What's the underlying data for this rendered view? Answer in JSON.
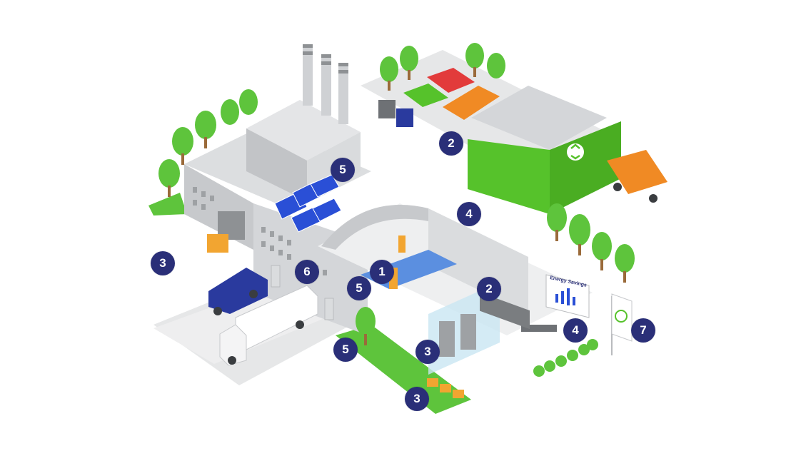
{
  "colors": {
    "marker_fill": "#2a2f78",
    "marker_text": "#ffffff",
    "recycling_green": "#56c22b",
    "tree_green": "#5ec43c",
    "truck_orange": "#f08a24",
    "solar_blue": "#2a4fd6",
    "van_blue": "#2a3a9e",
    "building_grey": "#d4d6d9",
    "ground_grey": "#e6e7e8"
  },
  "icons": {
    "recycling_sign": "recycling-icon",
    "flag_logo": "globe-leaf-icon"
  },
  "screen_caption": "Energy Savings",
  "markers": [
    {
      "id": "m1",
      "label": "1",
      "area": "production-line"
    },
    {
      "id": "m2a",
      "label": "2",
      "area": "recycling-center"
    },
    {
      "id": "m2b",
      "label": "2",
      "area": "control-cabinets"
    },
    {
      "id": "m3a",
      "label": "3",
      "area": "loading-dock"
    },
    {
      "id": "m3b",
      "label": "3",
      "area": "server-room"
    },
    {
      "id": "m3c",
      "label": "3",
      "area": "battery-storage"
    },
    {
      "id": "m4a",
      "label": "4",
      "area": "upper-hall"
    },
    {
      "id": "m4b",
      "label": "4",
      "area": "meeting-room"
    },
    {
      "id": "m5a",
      "label": "5",
      "area": "solar-roof"
    },
    {
      "id": "m5b",
      "label": "5",
      "area": "robot-cell"
    },
    {
      "id": "m5c",
      "label": "5",
      "area": "green-garden"
    },
    {
      "id": "m6",
      "label": "6",
      "area": "charging-station"
    },
    {
      "id": "m7",
      "label": "7",
      "area": "company-flag"
    }
  ]
}
